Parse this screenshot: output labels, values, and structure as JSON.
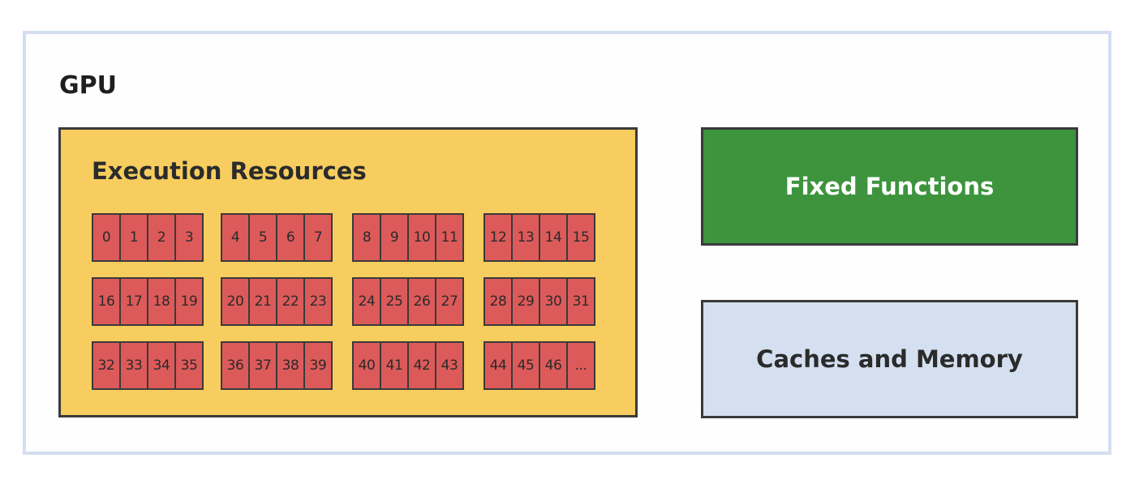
{
  "gpu": {
    "label": "GPU"
  },
  "execution": {
    "title": "Execution Resources",
    "groups": [
      [
        "0",
        "1",
        "2",
        "3"
      ],
      [
        "4",
        "5",
        "6",
        "7"
      ],
      [
        "8",
        "9",
        "10",
        "11"
      ],
      [
        "12",
        "13",
        "14",
        "15"
      ],
      [
        "16",
        "17",
        "18",
        "19"
      ],
      [
        "20",
        "21",
        "22",
        "23"
      ],
      [
        "24",
        "25",
        "26",
        "27"
      ],
      [
        "28",
        "29",
        "30",
        "31"
      ],
      [
        "32",
        "33",
        "34",
        "35"
      ],
      [
        "36",
        "37",
        "38",
        "39"
      ],
      [
        "40",
        "41",
        "42",
        "43"
      ],
      [
        "44",
        "45",
        "46",
        "..."
      ]
    ]
  },
  "fixed_functions": {
    "label": "Fixed Functions"
  },
  "caches_memory": {
    "label": "Caches and Memory"
  },
  "colors": {
    "frame_border": "#d3dff0",
    "execution_bg": "#f6cd5e",
    "unit_bg": "#dd5a5a",
    "fixed_bg": "#3d943d",
    "caches_bg": "#d4e0f0"
  }
}
